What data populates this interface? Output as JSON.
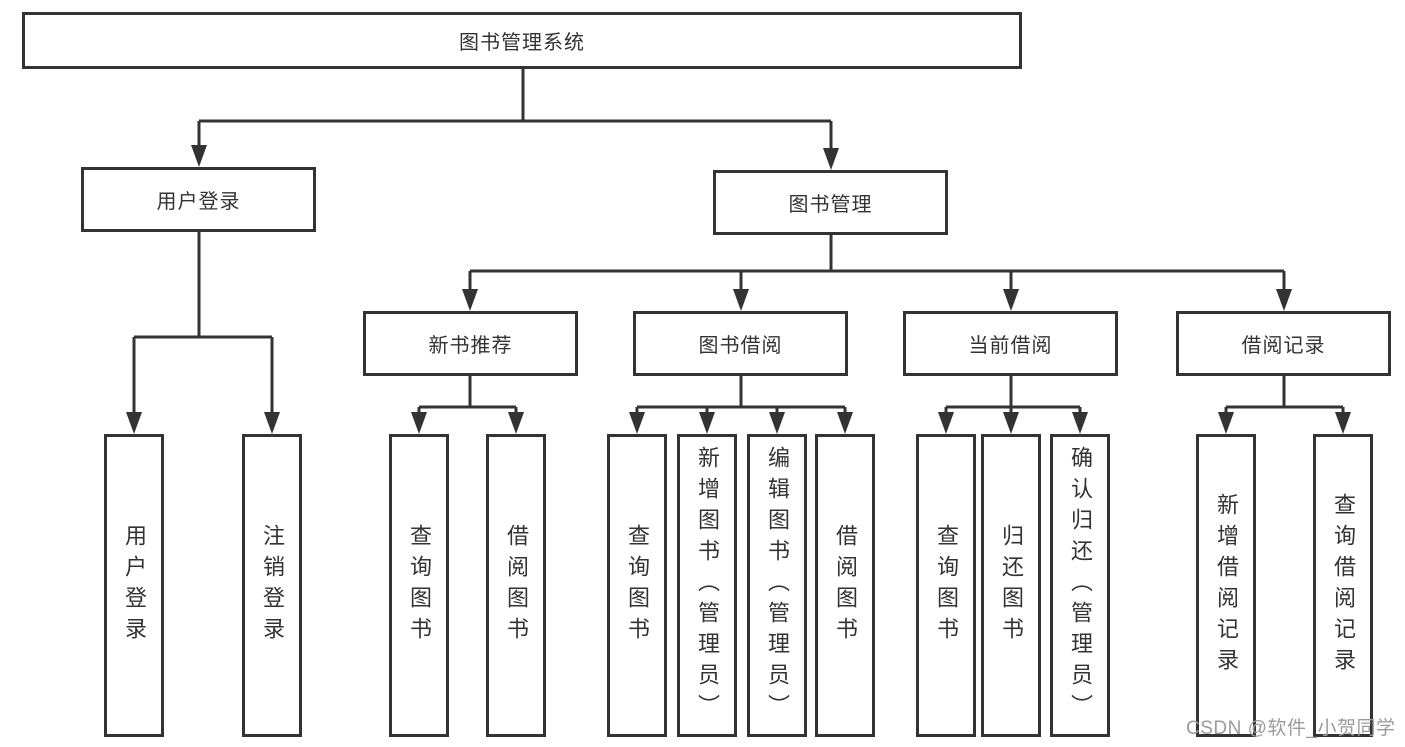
{
  "tree": {
    "root": {
      "label": "图书管理系统",
      "children": [
        {
          "label": "用户登录",
          "children": [
            {
              "label": "用户登录"
            },
            {
              "label": "注销登录"
            }
          ]
        },
        {
          "label": "图书管理",
          "children": [
            {
              "label": "新书推荐",
              "children": [
                {
                  "label": "查询图书"
                },
                {
                  "label": "借阅图书"
                }
              ]
            },
            {
              "label": "图书借阅",
              "children": [
                {
                  "label": "查询图书"
                },
                {
                  "label": "新增图书（管理员）"
                },
                {
                  "label": "编辑图书（管理员）"
                },
                {
                  "label": "借阅图书"
                }
              ]
            },
            {
              "label": "当前借阅",
              "children": [
                {
                  "label": "查询图书"
                },
                {
                  "label": "归还图书"
                },
                {
                  "label": "确认归还（管理员）"
                }
              ]
            },
            {
              "label": "借阅记录",
              "children": [
                {
                  "label": "新增借阅记录"
                },
                {
                  "label": "查询借阅记录"
                }
              ]
            }
          ]
        }
      ]
    }
  },
  "watermark": "CSDN @软件_小贺同学",
  "colors": {
    "line": "#333333",
    "text": "#333333",
    "box_background": "#ffffff",
    "watermark": "#9b9b9b",
    "background": "#ffffff"
  }
}
